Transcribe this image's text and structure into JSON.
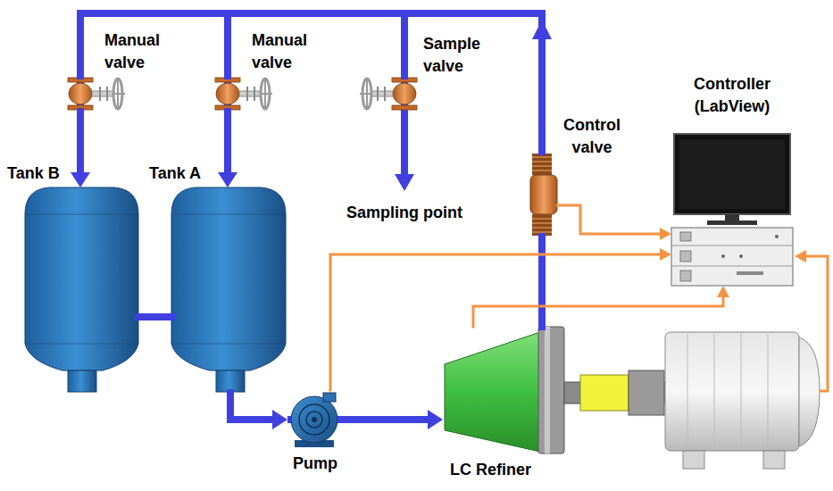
{
  "diagram": {
    "nodes": [
      {
        "text": [
          "Manual valve"
        ]
      },
      {
        "text": [
          "Manual valve"
        ]
      },
      {
        "text": [
          "Sample valve"
        ]
      },
      {
        "text": [
          "Control valve"
        ]
      },
      {
        "text": [
          "Controller (LabView)"
        ]
      },
      {
        "text": [
          "Tank B"
        ]
      },
      {
        "text": [
          "Tank A"
        ]
      },
      {
        "text": [
          "Pump"
        ]
      },
      {
        "text": [
          "LC Refiner"
        ]
      }
    ],
    "edges": [
      {
        "from": 8,
        "to": 3,
        "arrow": "none"
      },
      {
        "from": 3,
        "to": 0,
        "arrow": "none"
      },
      {
        "from": 3,
        "to": 1,
        "arrow": "none"
      },
      {
        "from": 3,
        "to": 2,
        "arrow": "none"
      },
      {
        "from": 0,
        "to": 5,
        "arrow": "to"
      },
      {
        "from": 1,
        "to": 6,
        "arrow": "to"
      },
      {
        "from": 5,
        "to": 6,
        "arrow": "none"
      },
      {
        "from": 6,
        "to": 7,
        "arrow": "to"
      },
      {
        "from": 7,
        "to": 8,
        "arrow": "to"
      },
      {
        "from": 3,
        "to": 4,
        "arrow": "to"
      },
      {
        "from": 7,
        "to": 4,
        "arrow": "to"
      },
      {
        "from": 8,
        "to": 4,
        "arrow": "to"
      }
    ],
    "labels": [
      "Sampling point"
    ]
  }
}
